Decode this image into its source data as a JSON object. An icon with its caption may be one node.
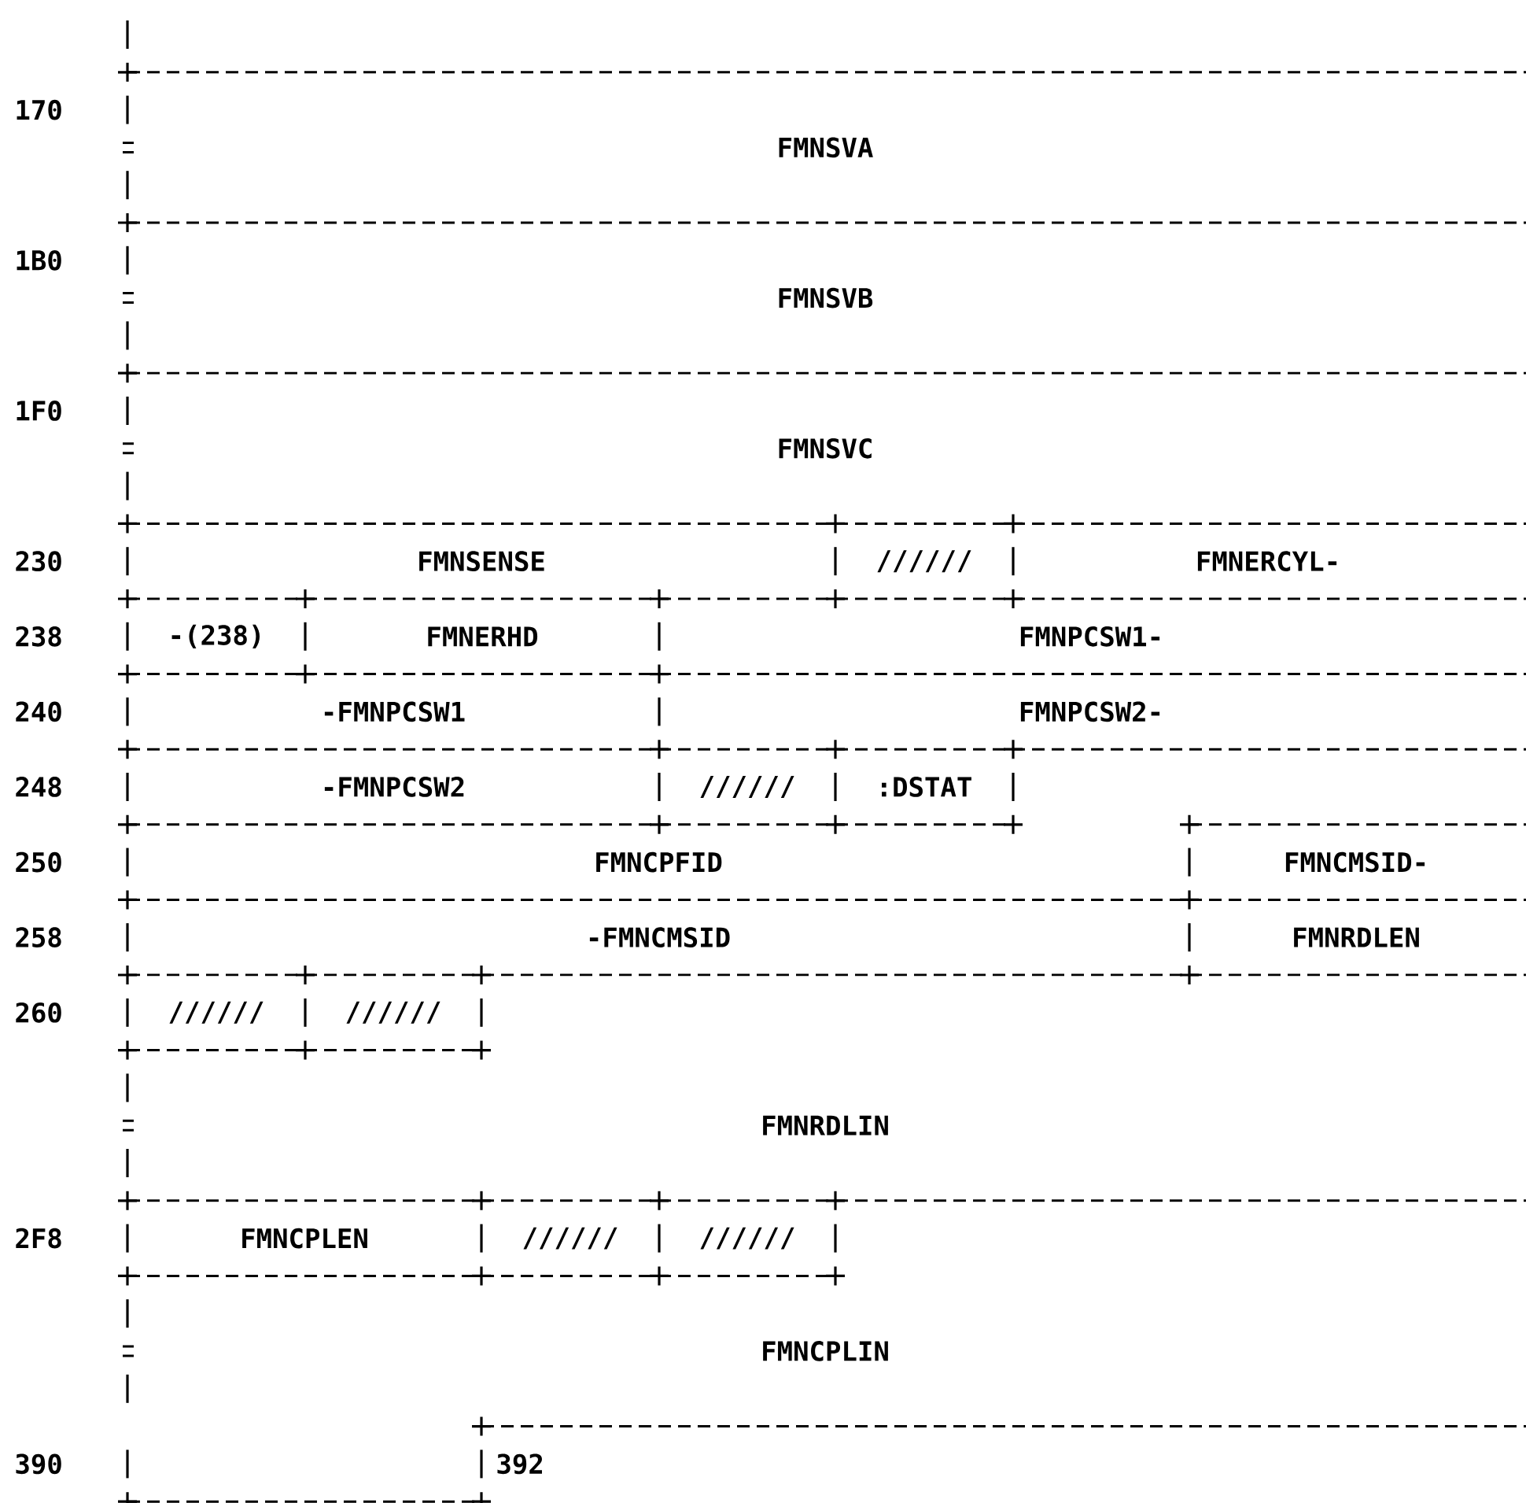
{
  "diagram": {
    "nodes": [
      {
        "text": [
          "FMNSVA"
        ]
      },
      {
        "text": [
          "FMNSVB"
        ]
      },
      {
        "text": [
          "FMNSVC"
        ]
      },
      {
        "text": [
          "FMNSENSE"
        ]
      },
      {
        "text": [
          "//////"
        ]
      },
      {
        "text": [
          "FMNERCYL-"
        ]
      },
      {
        "text": [
          "-(238)"
        ]
      },
      {
        "text": [
          "FMNERHD"
        ]
      },
      {
        "text": [
          "FMNPCSW1-"
        ]
      },
      {
        "text": [
          "-FMNPCSW1"
        ]
      },
      {
        "text": [
          "FMNPCSW2-"
        ]
      },
      {
        "text": [
          "-FMNPCSW2"
        ]
      },
      {
        "text": [
          "//////"
        ]
      },
      {
        "text": [
          ":DSTAT"
        ]
      },
      {
        "text": [
          "FMNCPFID"
        ]
      },
      {
        "text": [
          "FMNCMSID-"
        ]
      },
      {
        "text": [
          "-FMNCMSID"
        ]
      },
      {
        "text": [
          "FMNRDLEN"
        ]
      },
      {
        "text": [
          "//////"
        ]
      },
      {
        "text": [
          "//////"
        ]
      },
      {
        "text": [
          "FMNRDLIN"
        ]
      },
      {
        "text": [
          "FMNCPLEN"
        ]
      },
      {
        "text": [
          "//////"
        ]
      },
      {
        "text": [
          "//////"
        ]
      },
      {
        "text": [
          "FMNCPLIN"
        ]
      },
      {
        "text": [
          "392"
        ]
      }
    ],
    "labels": [
      "170",
      "1B0",
      "1F0",
      "230",
      "238",
      "240",
      "248",
      "250",
      "258",
      "260",
      "2F8",
      "390"
    ]
  }
}
